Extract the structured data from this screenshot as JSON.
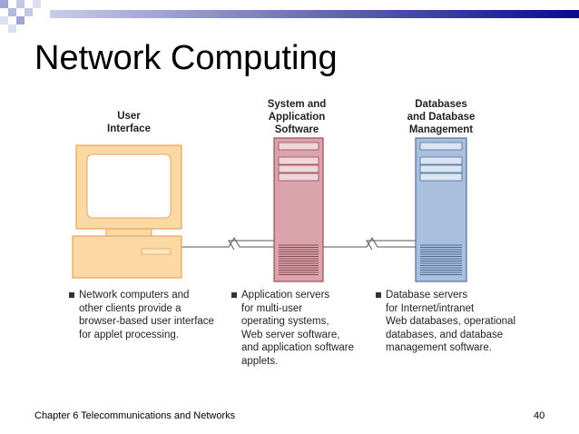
{
  "slide": {
    "title": "Network Computing",
    "footer": "Chapter 6 Telecommunications and Networks",
    "page_number": "40"
  },
  "diagram": {
    "columns": [
      {
        "label_lines": [
          "User",
          "Interface"
        ],
        "bullet": "Network computers and\nother clients provide a\nbrowser-based user interface\nfor applet processing."
      },
      {
        "label_lines": [
          "System and",
          "Application",
          "Software"
        ],
        "bullet": "Application servers\nfor multi-user\noperating systems,\nWeb server software,\nand application software\napplets."
      },
      {
        "label_lines": [
          "Databases",
          "and Database",
          "Management"
        ],
        "bullet": "Database servers\nfor Internet/intranet\nWeb databases, operational\ndatabases, and database\nmanagement software."
      }
    ]
  },
  "colors": {
    "header_dark": "#0a0a8c",
    "header_light": "#9fa6d6",
    "computer_fill": "#fbd8a4",
    "computer_stroke": "#e2a75c",
    "app_server_fill": "#d9a4ac",
    "app_server_stroke": "#9b4a57",
    "db_server_fill": "#a9bfdc",
    "db_server_stroke": "#51719c",
    "network_line": "#555555"
  },
  "icons": {
    "computer": "desktop-computer-icon",
    "app_server": "server-tower-icon",
    "db_server": "database-server-icon",
    "link": "network-link-icon"
  }
}
